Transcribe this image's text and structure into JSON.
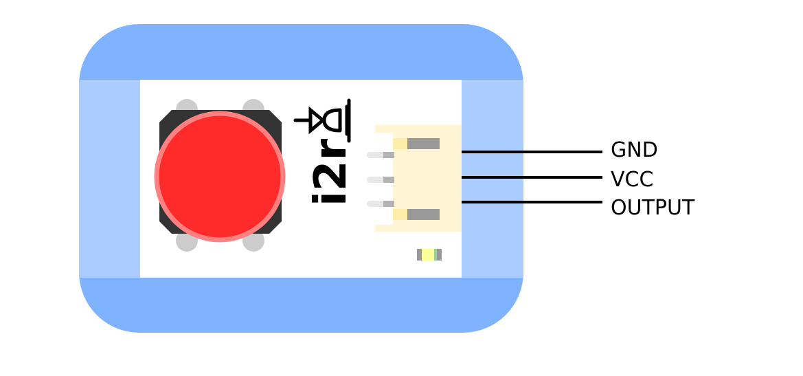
{
  "module": {
    "logo_text": "i2r",
    "pins": [
      {
        "label": "GND"
      },
      {
        "label": "VCC"
      },
      {
        "label": "OUTPUT"
      }
    ]
  },
  "colors": {
    "frame": "#80b3ff",
    "frame_band": "#aaccff",
    "button_cap": "#ff2a2a",
    "button_ring": "#ff8080",
    "button_body": "#333333",
    "connector": "#fff5d5"
  }
}
